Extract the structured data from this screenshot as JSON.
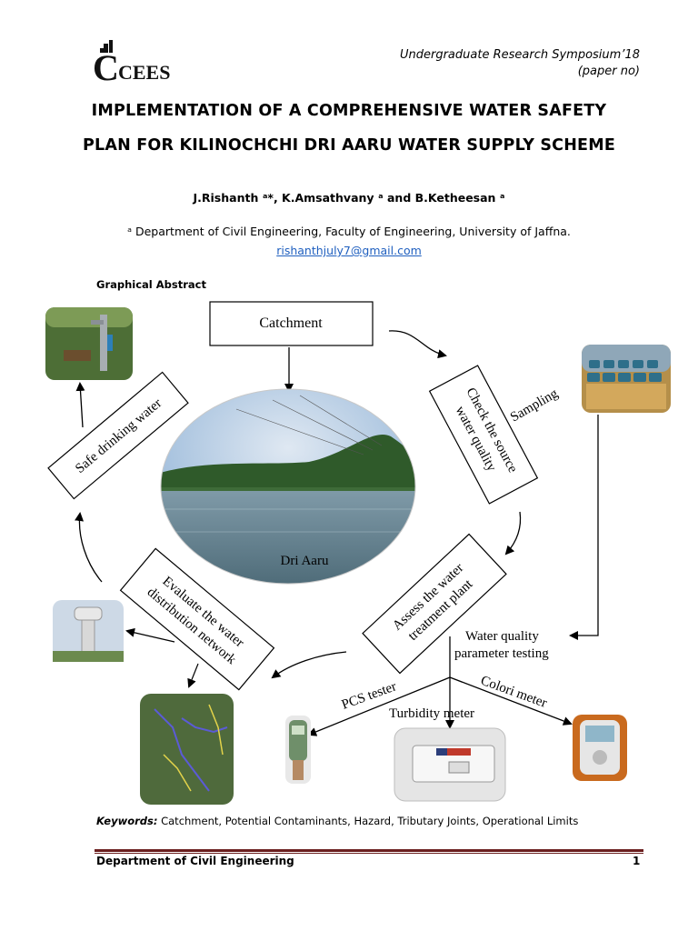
{
  "header": {
    "logo_text": "CEES",
    "symposium": "Undergraduate Research Symposium’18",
    "paper_no": "(paper no)"
  },
  "title": {
    "line1": "IMPLEMENTATION OF A COMPREHENSIVE WATER SAFETY",
    "line2": "PLAN FOR KILINOCHCHI DRI AARU WATER SUPPLY SCHEME"
  },
  "authors": "J.Rishanth ᵃ*, K.Amsathvany ᵃ and B.Ketheesan ᵃ",
  "affiliation": "ᵃ Department of Civil Engineering, Faculty of Engineering, University of Jaffna.",
  "email": "rishanthjuly7@gmail.com",
  "graphical_abstract_label": "Graphical Abstract",
  "diagram": {
    "catchment": "Catchment",
    "check_source_1": "Check the source",
    "check_source_2": "water quality",
    "sampling": "Sampling",
    "assess_1": "Assess the water",
    "assess_2": "treatment plant",
    "evaluate_1": "Evaluate the water",
    "evaluate_2": "distribution network",
    "safe_drinking": "Safe drinking water",
    "dri_aaru": "Dri Aaru",
    "wq_testing_1": "Water quality",
    "wq_testing_2": "parameter testing",
    "pcs_tester": "PCS tester",
    "turbidity_meter": "Turbidity meter",
    "colori_meter": "Colori meter"
  },
  "keywords_label": "Keywords:",
  "keywords_text": " Catchment, Potential Contaminants, Hazard, Tributary Joints, Operational Limits",
  "footer": {
    "department": "Department of Civil Engineering",
    "page": "1"
  },
  "colors": {
    "link": "#1f5fbf",
    "footer_rule": "#6b1f1f"
  }
}
